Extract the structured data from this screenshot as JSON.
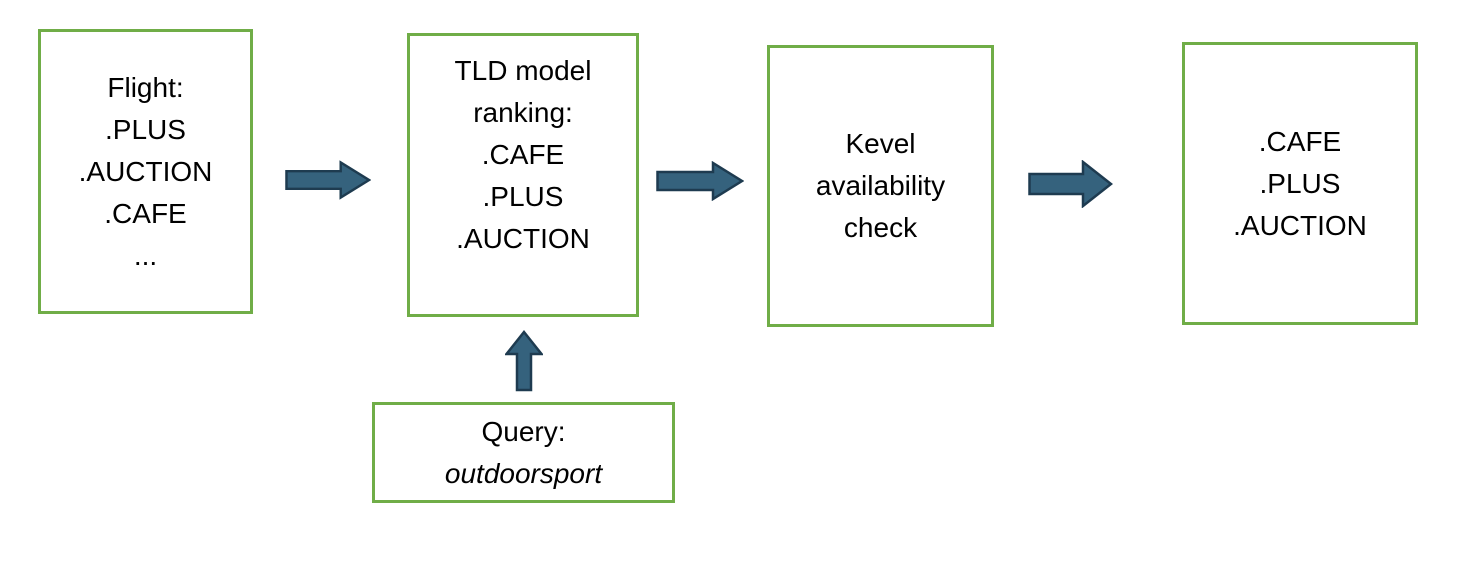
{
  "colors": {
    "box_border": "#70AD47",
    "arrow_fill": "#35627D",
    "arrow_outline": "#1E3B50",
    "text": "#000000",
    "background": "#FFFFFF"
  },
  "boxes": {
    "flight": {
      "lines": [
        "Flight:",
        ".PLUS",
        ".AUCTION",
        ".CAFE",
        "..."
      ]
    },
    "tld_ranking": {
      "lines": [
        "TLD model",
        "ranking:",
        ".CAFE",
        ".PLUS",
        ".AUCTION"
      ]
    },
    "kevel": {
      "lines": [
        "Kevel",
        "availability",
        "check"
      ]
    },
    "result": {
      "lines": [
        ".CAFE",
        ".PLUS",
        ".AUCTION"
      ]
    },
    "query": {
      "label": "Query:",
      "value": "outdoorsport"
    }
  },
  "arrows": [
    {
      "name": "arrow-right-icon",
      "direction": "right",
      "from": "flight",
      "to": "tld_ranking"
    },
    {
      "name": "arrow-right-icon",
      "direction": "right",
      "from": "tld_ranking",
      "to": "kevel"
    },
    {
      "name": "arrow-right-icon",
      "direction": "right",
      "from": "kevel",
      "to": "result"
    },
    {
      "name": "arrow-up-icon",
      "direction": "up",
      "from": "query",
      "to": "tld_ranking"
    }
  ]
}
